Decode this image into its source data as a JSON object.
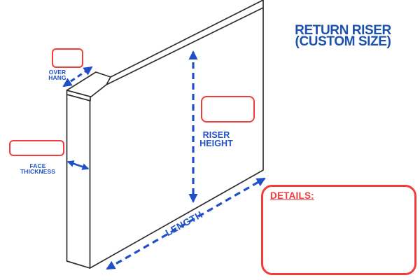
{
  "title": {
    "line1": "RETURN RISER",
    "line2": "(CUSTOM SIZE)"
  },
  "diagram": {
    "overhang": {
      "label_line1": "OVER",
      "label_line2": "HANG",
      "value": ""
    },
    "face_thickness": {
      "label_line1": "FACE",
      "label_line2": "THICKNESS",
      "value": ""
    },
    "riser_height": {
      "label_line1": "RISER",
      "label_line2": "HEIGHT",
      "value": ""
    },
    "length": {
      "label": "LENGTH"
    },
    "details": {
      "label": "DETAILS:",
      "value": ""
    }
  },
  "colors": {
    "title_blue": "#1b51ad",
    "dimension_blue": "#2050c8",
    "accent_red": "#f23d3d",
    "outline": "#2e2e2e"
  }
}
